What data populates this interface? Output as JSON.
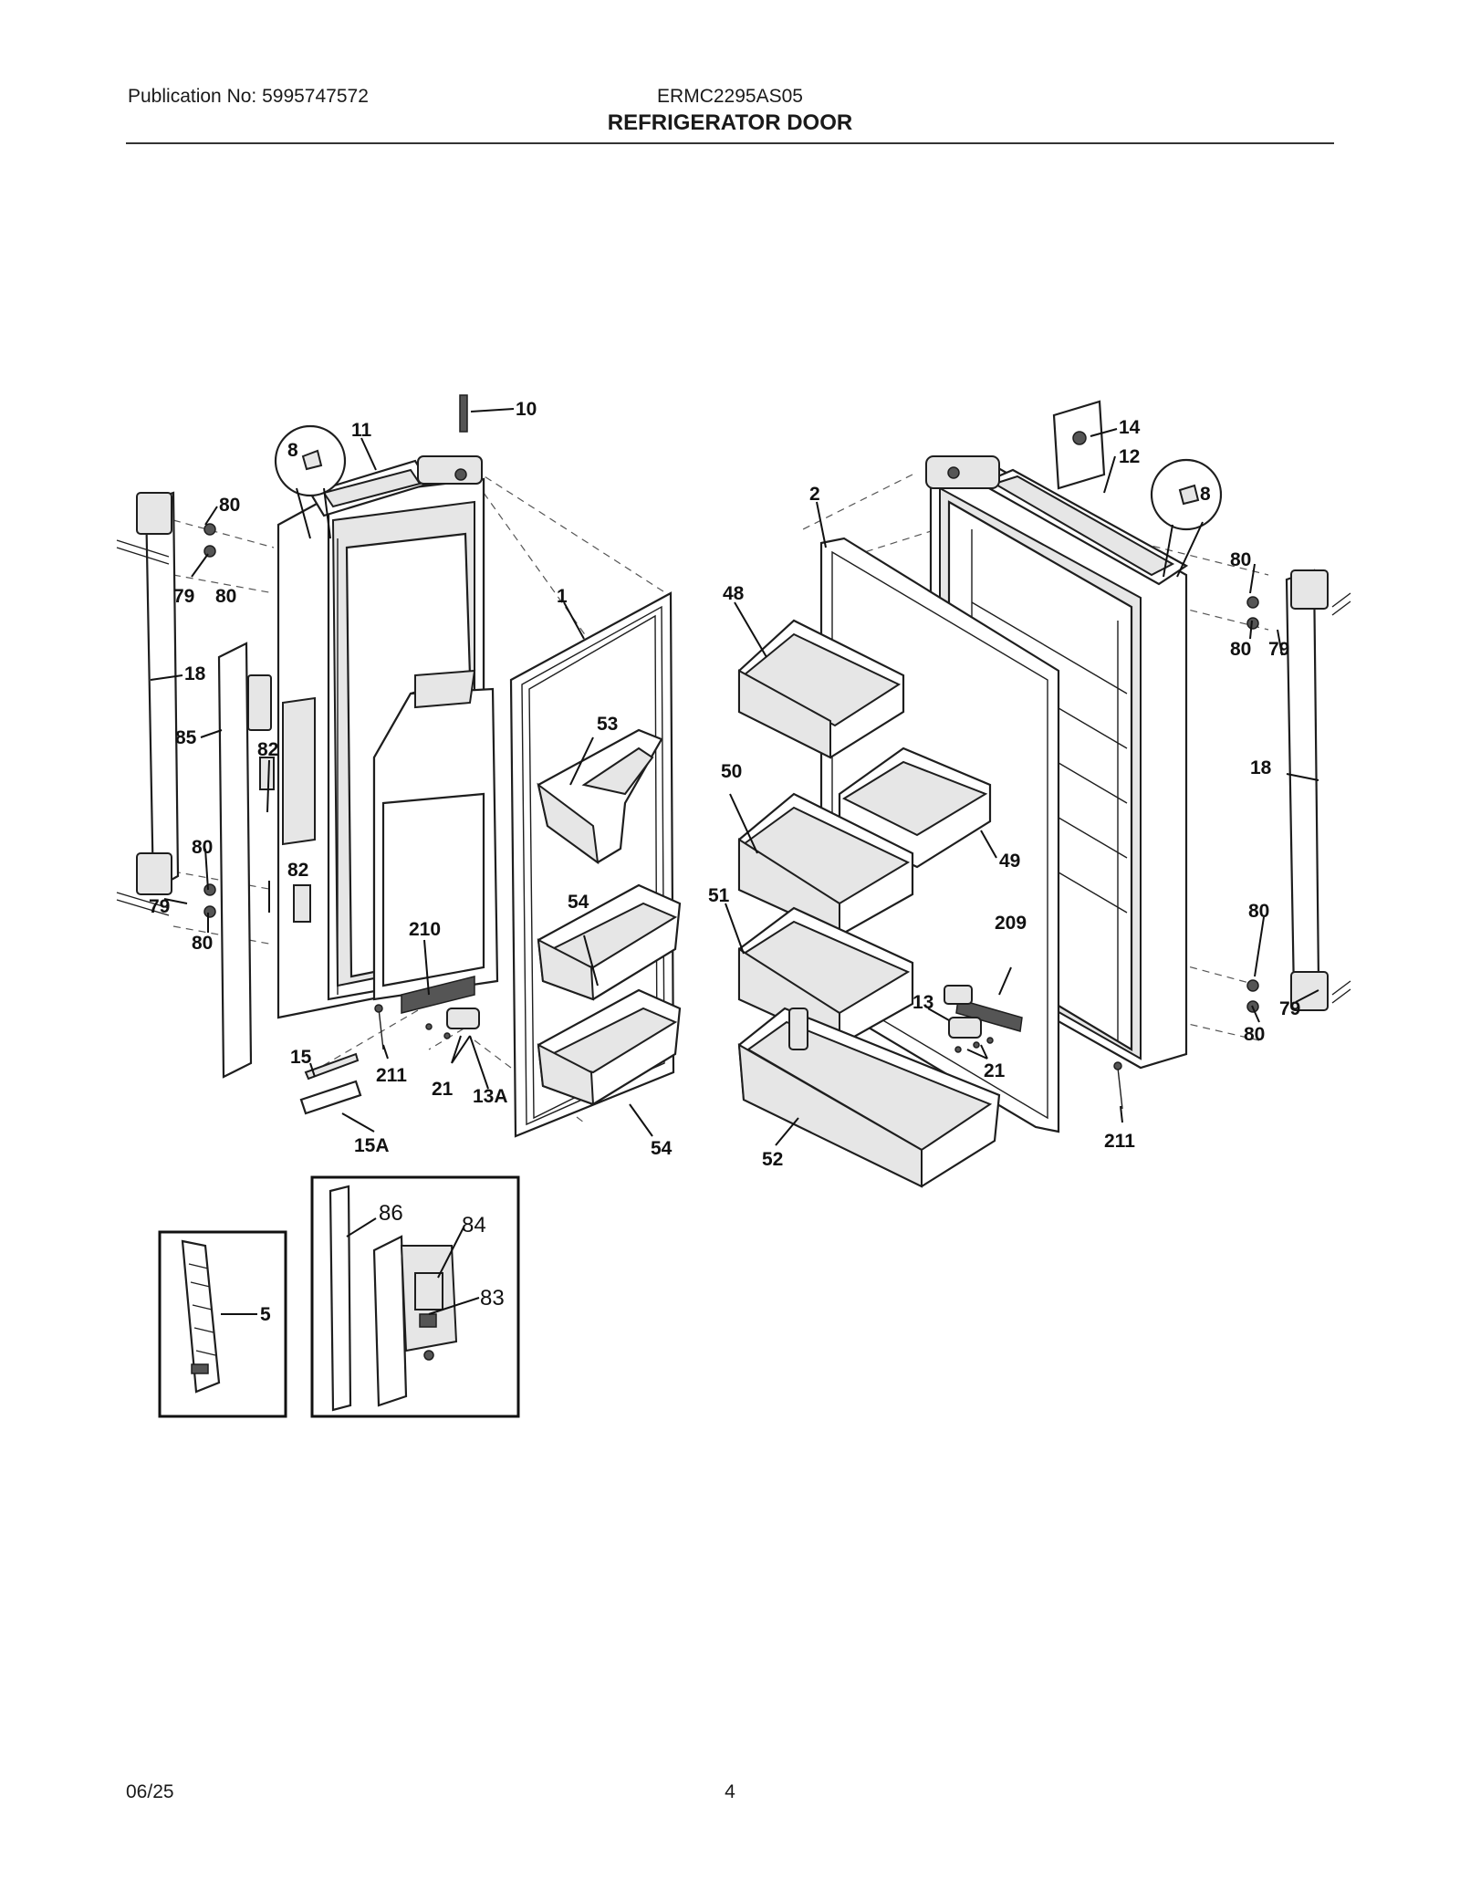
{
  "header": {
    "publication": "Publication No: 5995747572",
    "model": "ERMC2295AS05",
    "title": "REFRIGERATOR DOOR"
  },
  "footer": {
    "date": "06/25",
    "page": "4"
  },
  "callouts": {
    "c10": "10",
    "c11": "11",
    "c8a": "8",
    "c8b": "8",
    "c14": "14",
    "c12": "12",
    "c2": "2",
    "c1": "1",
    "c48": "48",
    "c80a": "80",
    "c80b": "80",
    "c79a": "79",
    "c18a": "18",
    "c85": "85",
    "c82a": "82",
    "c82b": "82",
    "c80c": "80",
    "c79b": "79",
    "c80d": "80",
    "c53": "53",
    "c50": "50",
    "c49": "49",
    "c54a": "54",
    "c51": "51",
    "c210": "210",
    "c209": "209",
    "c13": "13",
    "c21a": "21",
    "c21b": "21",
    "c13a": "13A",
    "c211a": "211",
    "c211b": "211",
    "c15": "15",
    "c15a": "15A",
    "c54b": "54",
    "c52": "52",
    "c80e": "80",
    "c80f": "80",
    "c79c": "79",
    "c18b": "18",
    "c80g": "80",
    "c79d": "79",
    "c80h": "80",
    "c86": "86",
    "c84": "84",
    "c83": "83",
    "c5": "5"
  }
}
